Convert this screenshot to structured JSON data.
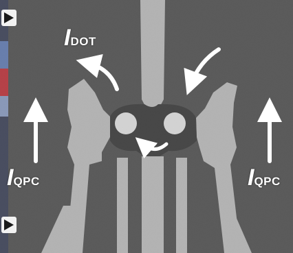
{
  "labels": {
    "dot": {
      "symbol": "I",
      "subscript": "DOT"
    },
    "qpc_left": {
      "symbol": "I",
      "subscript": "QPC"
    },
    "qpc_right": {
      "symbol": "I",
      "subscript": "QPC"
    }
  },
  "colors": {
    "background": "#454545",
    "gates": "#cfcfcf",
    "dot_fill": "#ffffff",
    "arrow": "#ffffff",
    "left_strip_red": "#d2202a",
    "left_strip_blue": "#4b6fb5"
  },
  "icons": {
    "top_left": "play-triangle-icon",
    "bottom_left": "play-triangle-icon"
  }
}
